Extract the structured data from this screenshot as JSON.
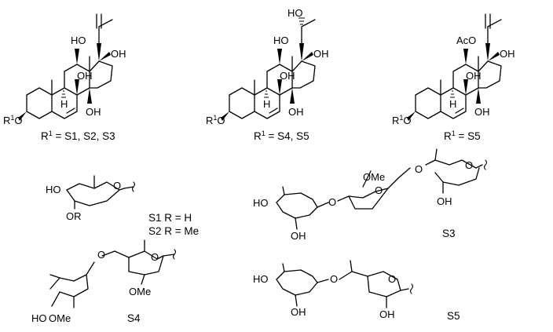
{
  "steroids": [
    {
      "caption_prefix": "R",
      "caption_sup": "1",
      "caption_rest": " = S1, S2, S3",
      "c12": "HO",
      "c17": "OH",
      "c14": "OH",
      "c8": "OH",
      "c3": "R",
      "c3_sup": "1",
      "c3_tail": "O",
      "h9": "H"
    },
    {
      "caption_prefix": "R",
      "caption_sup": "1",
      "caption_rest": " = S4, S5",
      "c12": "HO",
      "c17": "OH",
      "c14": "OH",
      "c8": "OH",
      "c20": "HO",
      "c3": "R",
      "c3_sup": "1",
      "c3_tail": "O",
      "h9": "H"
    },
    {
      "caption_prefix": "R",
      "caption_sup": "1",
      "caption_rest": " = S5",
      "c12": "AcO",
      "c17": "OH",
      "c14": "OH",
      "c8": "OH",
      "c3": "R",
      "c3_sup": "1",
      "c3_tail": "O",
      "h9": "H"
    }
  ],
  "sugars": {
    "s12": {
      "ho": "HO",
      "or": "OR",
      "line1": "S1 R = H",
      "line2": "S2 R = Me"
    },
    "s3": {
      "ho1": "HO",
      "oh1": "OH",
      "o_link1": "O",
      "ome": "OMe",
      "o_ring": "O",
      "o_link2": "O",
      "oh2": "OH",
      "label": "S3"
    },
    "s4": {
      "o_link": "O",
      "ome1": "OMe",
      "ho": "HO",
      "ome2": "OMe",
      "label": "S4"
    },
    "s5": {
      "ho": "HO",
      "oh1": "OH",
      "o_link": "O",
      "oh2": "OH",
      "label": "S5"
    }
  }
}
